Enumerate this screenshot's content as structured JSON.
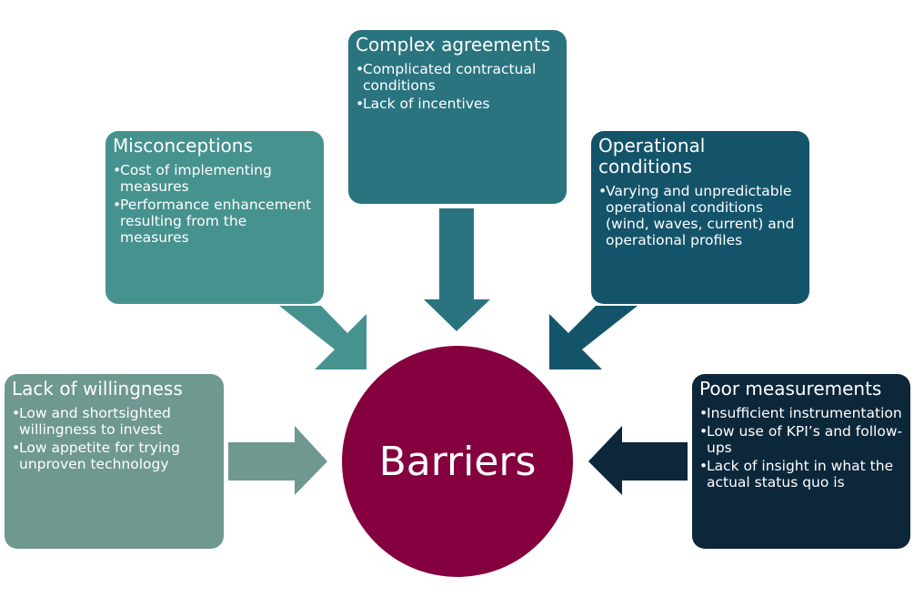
{
  "colors": {
    "top": "#2a7480",
    "upper_left": "#46928f",
    "upper_right": "#14546a",
    "left": "#6f9891",
    "right": "#0c263a",
    "center": "#84003e"
  },
  "center": {
    "label": "Barriers"
  },
  "boxes": {
    "top": {
      "title": "Complex agreements",
      "bullets": [
        "Complicated contractual conditions",
        "Lack of incentives"
      ]
    },
    "upper_left": {
      "title": "Misconceptions",
      "bullets": [
        "Cost of implementing measures",
        "Performance enhancement resulting from the measures"
      ]
    },
    "upper_right": {
      "title": "Operational conditions",
      "bullets": [
        "Varying and unpredictable operational conditions (wind, waves, current) and operational profiles"
      ]
    },
    "left": {
      "title": "Lack of willingness",
      "bullets": [
        "Low and shortsighted willingness to invest",
        "Low appetite for trying unproven technology"
      ]
    },
    "right": {
      "title": "Poor measurements",
      "bullets": [
        "Insufficient instrumentation",
        "Low use of KPI’s and follow-ups",
        "Lack of insight in what the actual status quo is"
      ]
    }
  }
}
